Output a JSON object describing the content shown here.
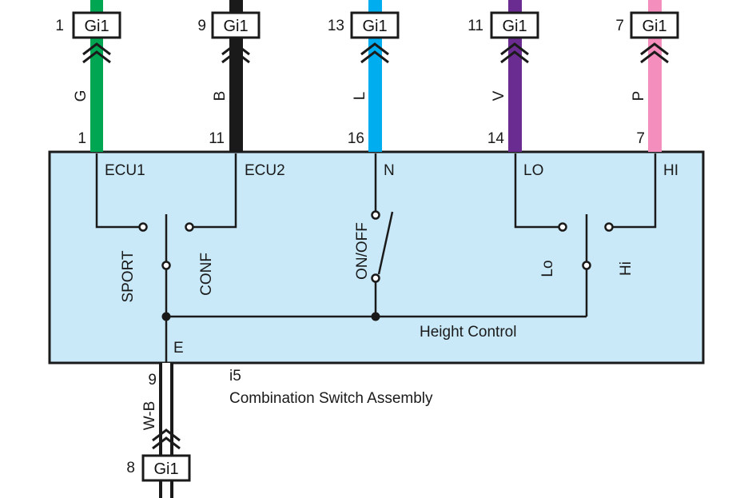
{
  "colors": {
    "G": "#00a652",
    "B": "#1a1a1a",
    "L": "#00aeef",
    "V": "#6b2c91",
    "P": "#f48fbd",
    "W-B": "#ffffff",
    "box_fill": "#c9e9f8",
    "stroke": "#1a1a1a"
  },
  "top_connectors": [
    {
      "pin": "1",
      "name": "Gi1",
      "wire": "G",
      "terminal_pin": "1",
      "terminal": "ECU1"
    },
    {
      "pin": "9",
      "name": "Gi1",
      "wire": "B",
      "terminal_pin": "11",
      "terminal": "ECU2"
    },
    {
      "pin": "13",
      "name": "Gi1",
      "wire": "L",
      "terminal_pin": "16",
      "terminal": "N"
    },
    {
      "pin": "11",
      "name": "Gi1",
      "wire": "V",
      "terminal_pin": "14",
      "terminal": "LO"
    },
    {
      "pin": "7",
      "name": "Gi1",
      "wire": "P",
      "terminal_pin": "7",
      "terminal": "HI"
    }
  ],
  "switches": {
    "left_a": "SPORT",
    "left_b": "CONF",
    "middle": "ON/OFF",
    "right_a": "Lo",
    "right_b": "Hi"
  },
  "component": {
    "ground_terminal": "E",
    "function_label": "Height Control",
    "ground_pin": "9",
    "code": "i5",
    "name": "Combination Switch Assembly"
  },
  "bottom_connector": {
    "wire": "W-B",
    "pin": "8",
    "name": "Gi1"
  }
}
